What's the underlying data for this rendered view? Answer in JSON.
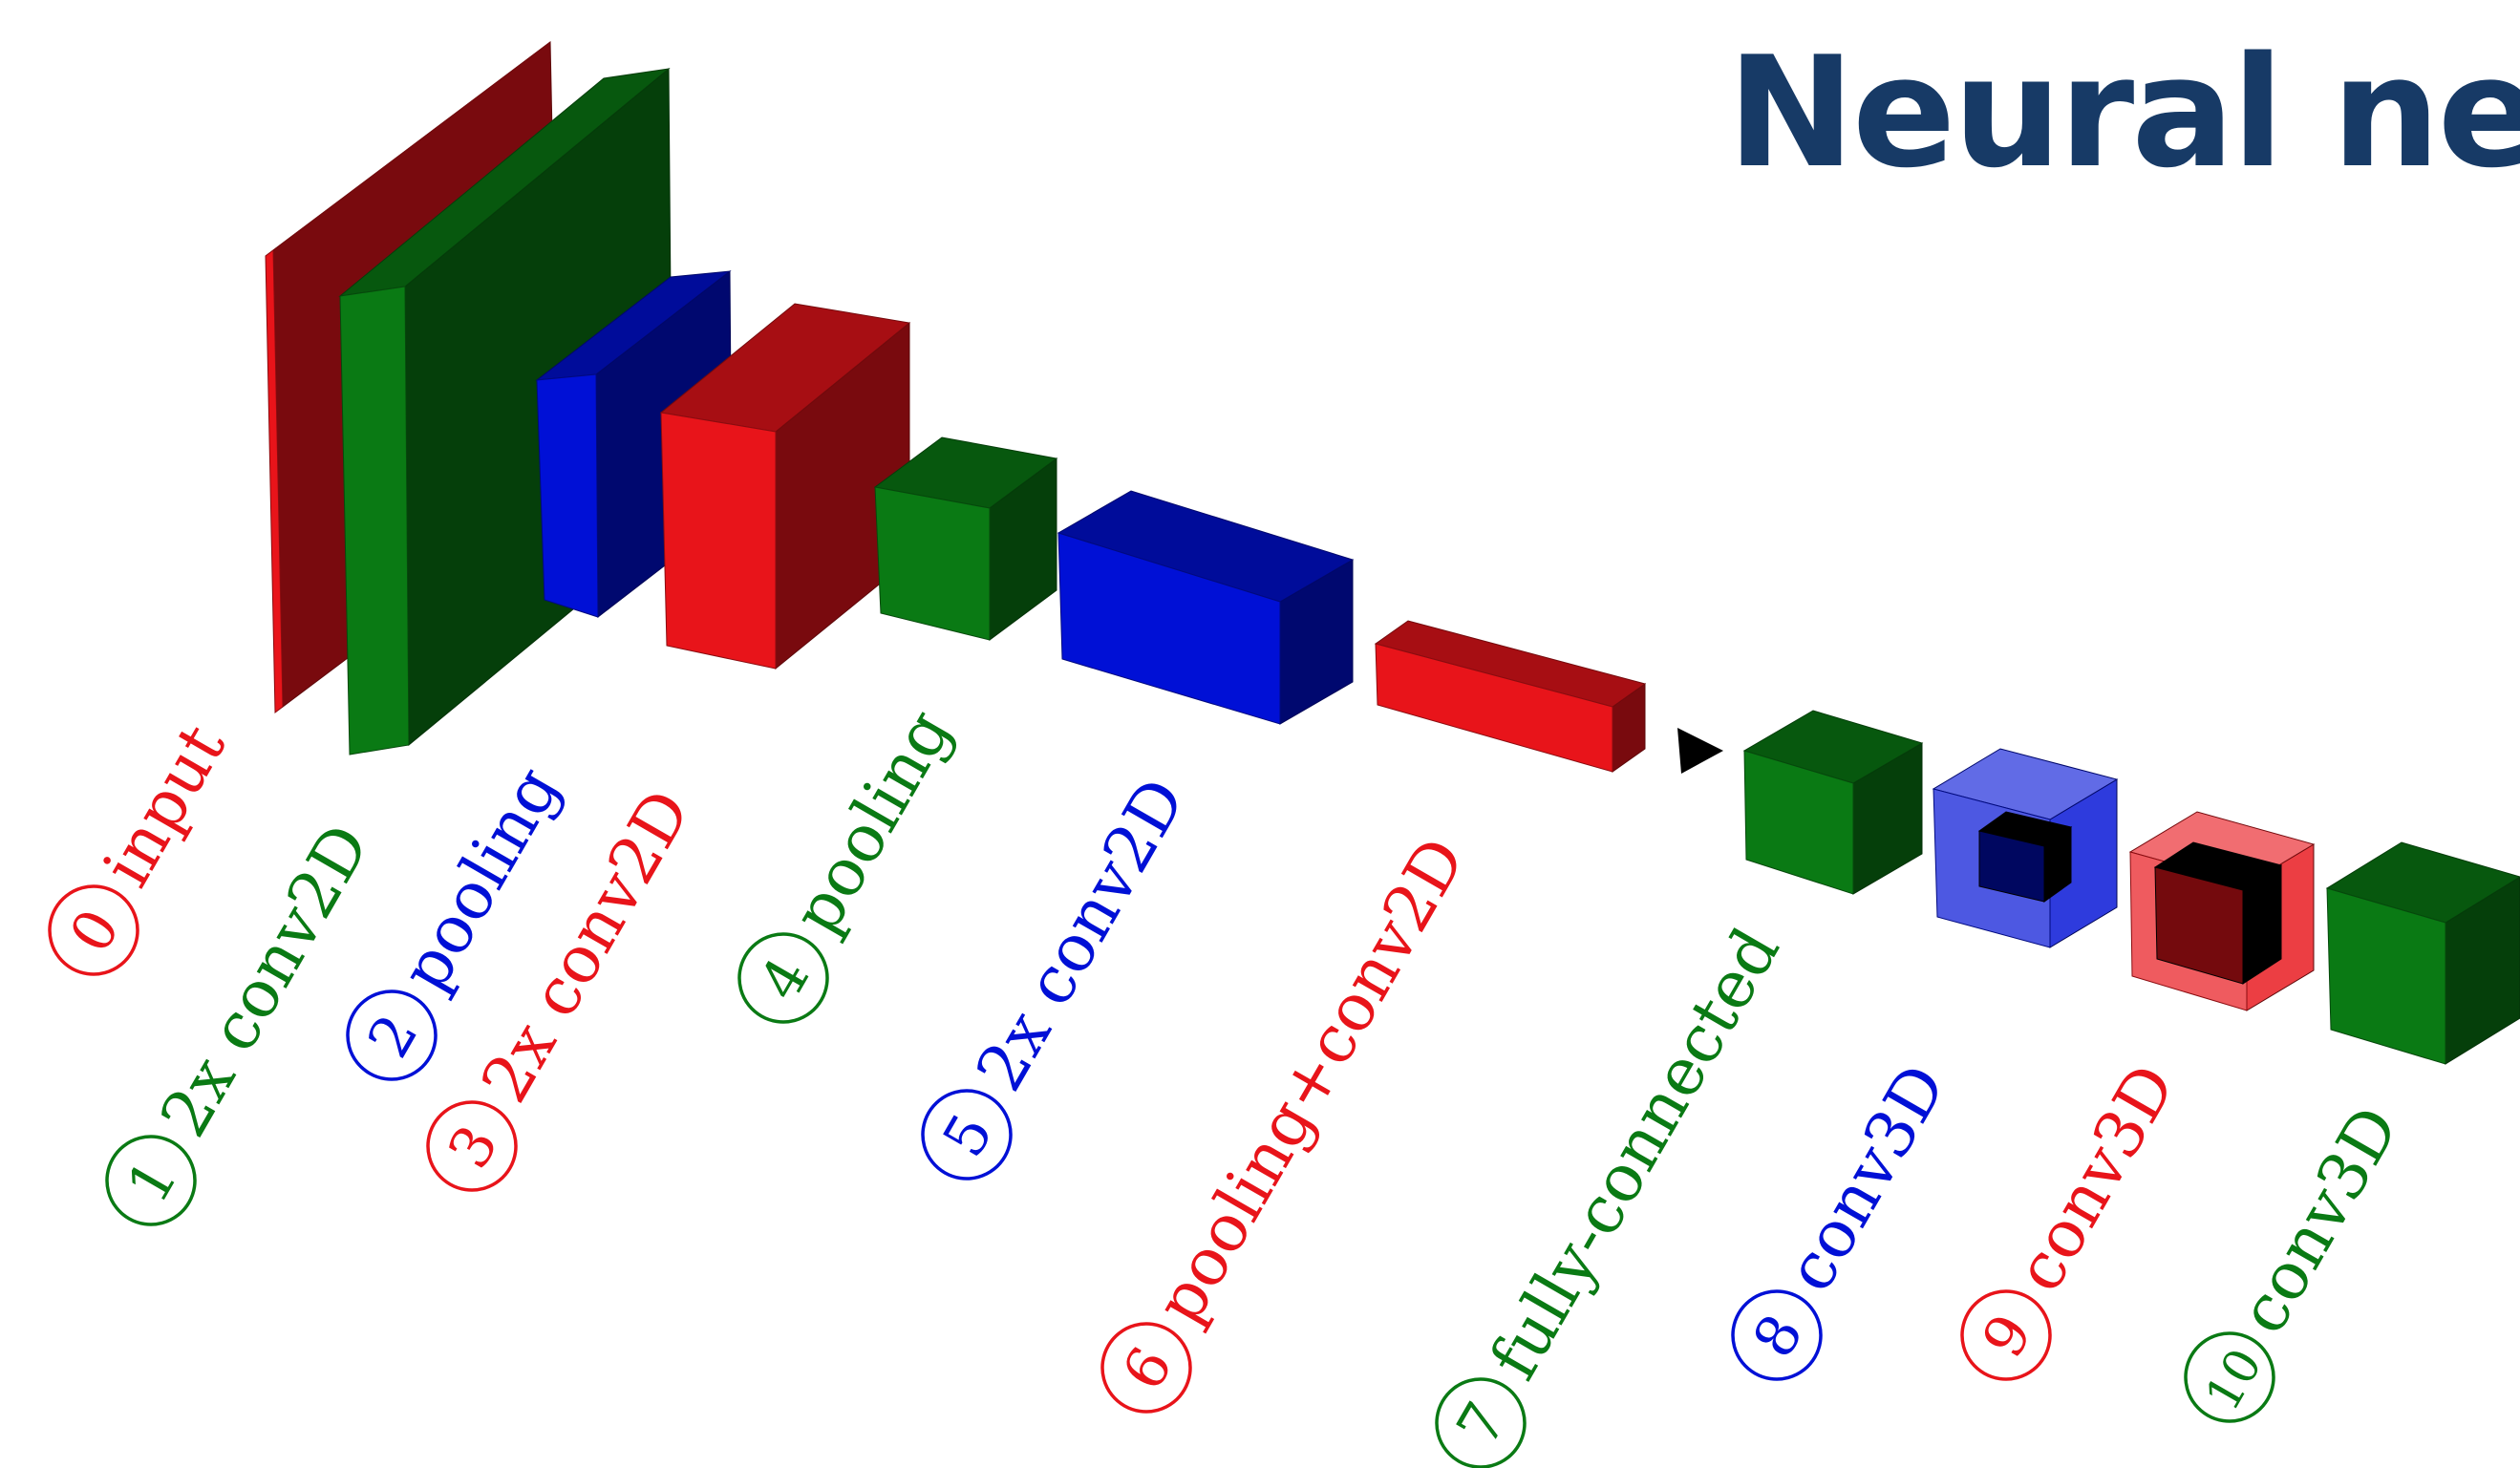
{
  "title": "Neural netw",
  "colors": {
    "title": "#173a66",
    "red": "#e8141a",
    "green": "#0a7a14",
    "blue": "#0010d6",
    "black": "#000000"
  },
  "layers": [
    {
      "number": "0",
      "label": "input",
      "color": "red"
    },
    {
      "number": "1",
      "label": "2x conv2D",
      "color": "green"
    },
    {
      "number": "2",
      "label": "pooling",
      "color": "blue"
    },
    {
      "number": "3",
      "label": "2x conv2D",
      "color": "red"
    },
    {
      "number": "4",
      "label": "pooling",
      "color": "green"
    },
    {
      "number": "5",
      "label": "2x conv2D",
      "color": "blue"
    },
    {
      "number": "6",
      "label": "pooling+conv2D",
      "color": "red"
    },
    {
      "number": "7",
      "label": "fully-connected",
      "color": "green"
    },
    {
      "number": "8",
      "label": "conv3D",
      "color": "blue"
    },
    {
      "number": "9",
      "label": "conv3D",
      "color": "red"
    },
    {
      "number": "10",
      "label": "conv3D",
      "color": "green"
    }
  ]
}
